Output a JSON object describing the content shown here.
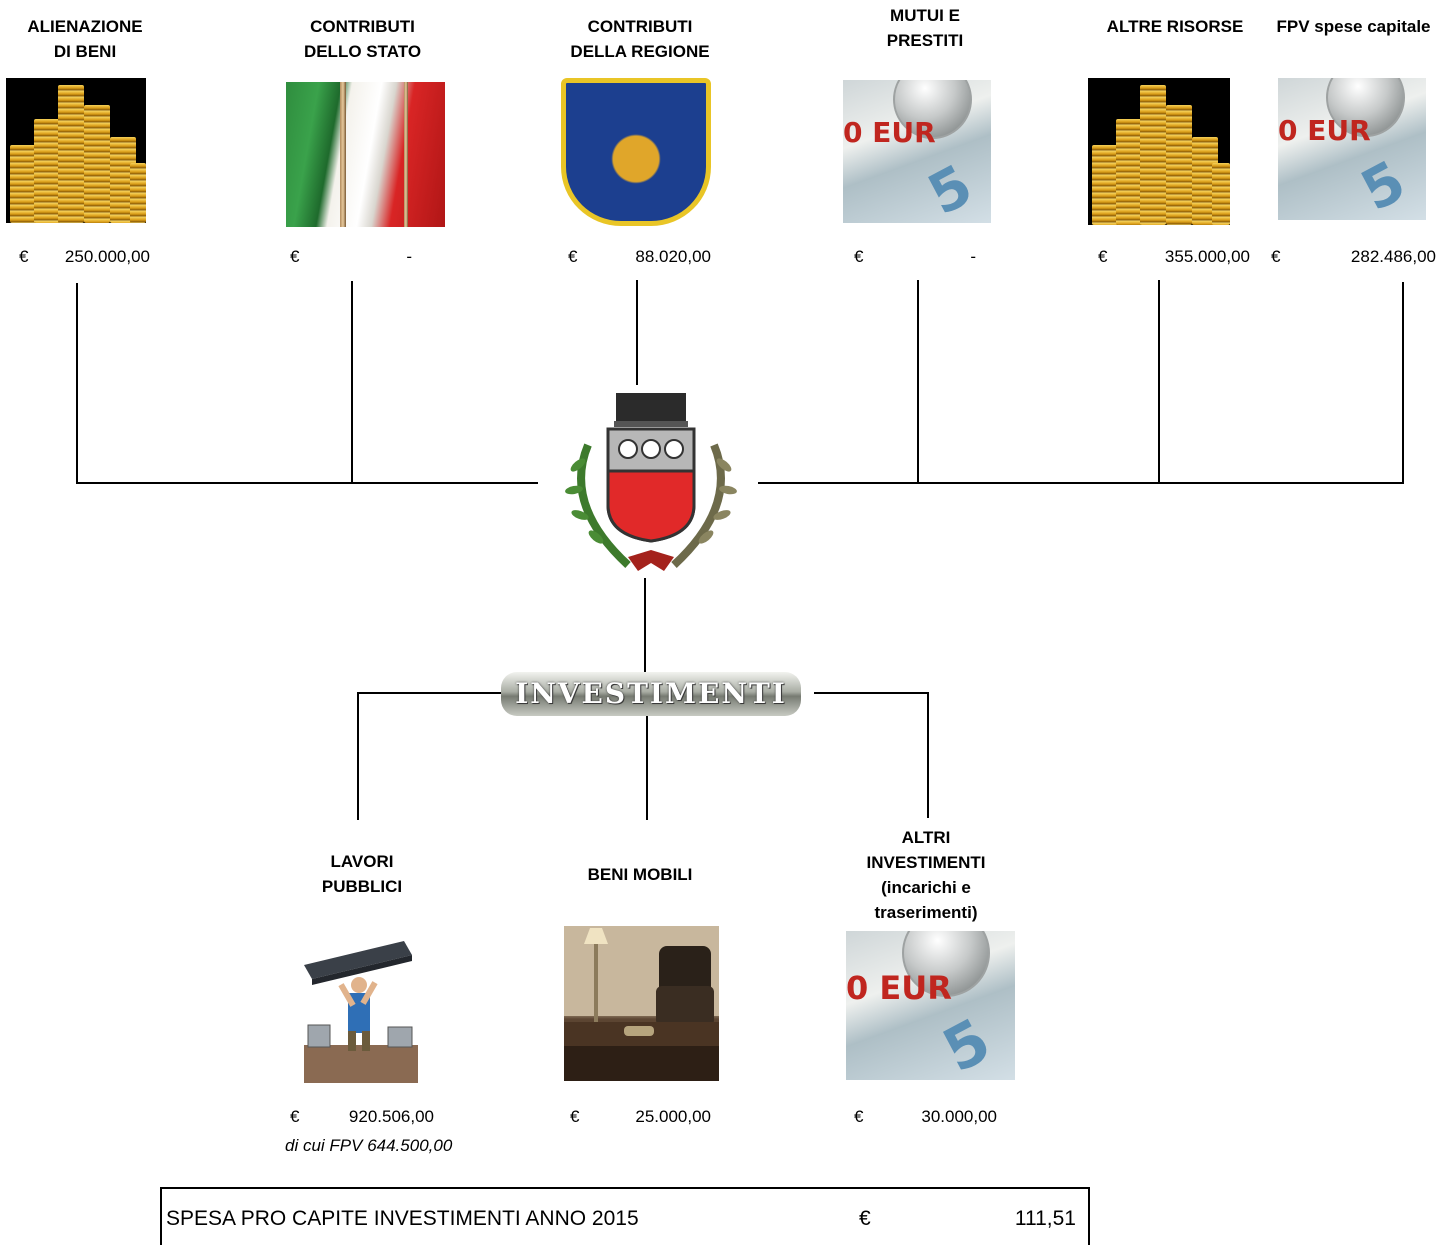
{
  "sources": [
    {
      "heading": "ALIENAZIONE\nDI BENI",
      "currency": "€",
      "amount": "250.000,00",
      "image": "gold-coins-icon"
    },
    {
      "heading": "CONTRIBUTI\nDELLO STATO",
      "currency": "€",
      "amount": "-",
      "image": "italian-flag-icon"
    },
    {
      "heading": "CONTRIBUTI\nDELLA REGIONE",
      "currency": "€",
      "amount": "88.020,00",
      "image": "regional-coat-of-arms-icon"
    },
    {
      "heading": "MUTUI E\nPRESTITI",
      "currency": "€",
      "amount": "-",
      "image": "euro-banknotes-icon"
    },
    {
      "heading": "ALTRE RISORSE",
      "currency": "€",
      "amount": "355.000,00",
      "image": "gold-coins-icon"
    },
    {
      "heading": "FPV spese capitale",
      "currency": "€",
      "amount": "282.486,00",
      "image": "euro-banknotes-icon"
    }
  ],
  "center": {
    "emblem": "municipal-coat-of-arms-icon",
    "banner": "INVESTIMENTI"
  },
  "uses": [
    {
      "heading": "LAVORI\nPUBBLICI",
      "currency": "€",
      "amount": "920.506,00",
      "note": "di cui FPV 644.500,00",
      "image": "construction-worker-icon"
    },
    {
      "heading": "BENI MOBILI",
      "currency": "€",
      "amount": "25.000,00",
      "image": "office-furniture-icon"
    },
    {
      "heading": "ALTRI\nINVESTIMENTI\n(incarichi e\ntraserimenti)",
      "currency": "€",
      "amount": "30.000,00",
      "image": "euro-banknotes-icon"
    }
  ],
  "summary": {
    "label": "SPESA PRO CAPITE INVESTIMENTI ANNO 2015",
    "currency": "€",
    "value": "111,51"
  }
}
